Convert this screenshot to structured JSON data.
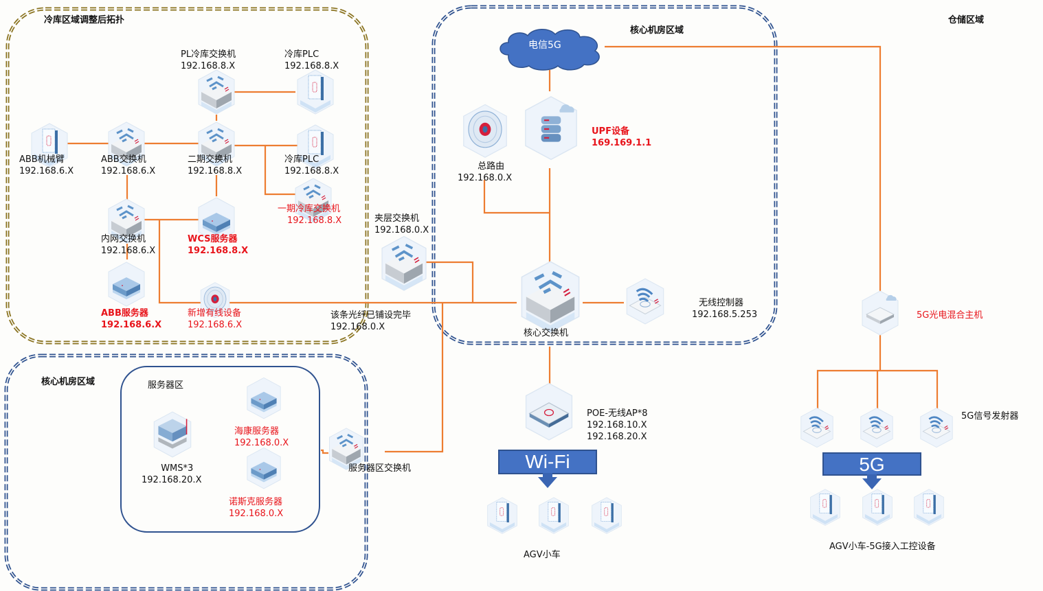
{
  "zones": {
    "cold_storage": "冷库区域调整后拓扑",
    "core_room_top": "核心机房区域",
    "warehouse": "仓储区域",
    "core_room_bottom": "核心机房区域",
    "server_area": "服务器区"
  },
  "nodes": {
    "pl_switch": {
      "name": "PL冷库交换机",
      "ip": "192.168.8.X"
    },
    "plc_top": {
      "name": "冷库PLC",
      "ip": "192.168.8.X"
    },
    "abb_arm": {
      "name": "ABB机械臂",
      "ip": "192.168.6.X"
    },
    "abb_switch": {
      "name": "ABB交换机",
      "ip": "192.168.6.X"
    },
    "phase2_switch": {
      "name": "二期交换机",
      "ip": "192.168.8.X"
    },
    "plc_mid": {
      "name": "冷库PLC",
      "ip": "192.168.8.X"
    },
    "phase1_switch": {
      "name": "一期冷库交换机",
      "ip": "192.168.8.X"
    },
    "intranet_switch": {
      "name": "内网交换机",
      "ip": "192.168.6.X"
    },
    "wcs_server": {
      "name": "WCS服务器",
      "ip": "192.168.8.X"
    },
    "abb_server": {
      "name": "ABB服务器",
      "ip": "192.168.6.X"
    },
    "new_wired": {
      "name": "新增有线设备",
      "ip": "192.168.6.X"
    },
    "fiber_note": {
      "name": "该条光纤已铺设完毕",
      "ip": "192.168.0.X"
    },
    "mezz_switch": {
      "name": "夹层交换机",
      "ip": "192.168.0.X"
    },
    "telecom_5g": {
      "name": "电信5G"
    },
    "main_router": {
      "name": "总路由",
      "ip": "192.168.0.X"
    },
    "upf": {
      "name": "UPF设备",
      "ip": "169.169.1.1"
    },
    "core_switch": {
      "name": "核心交换机"
    },
    "wireless_controller": {
      "name": "无线控制器",
      "ip": "192.168.5.253"
    },
    "poe_ap": {
      "name": "POE-无线AP*8",
      "ip1": "192.168.10.X",
      "ip2": "192.168.20.X"
    },
    "wifi_banner": {
      "name": "Wi-Fi"
    },
    "agv": {
      "name": "AGV小车"
    },
    "hybrid_host": {
      "name": "5G光电混合主机"
    },
    "signal_tx": {
      "name": "5G信号发射器"
    },
    "banner_5g": {
      "name": "5G"
    },
    "agv_5g": {
      "name": "AGV小车-5G接入工控设备"
    },
    "wms": {
      "name": "WMS*3",
      "ip": "192.168.20.X"
    },
    "hikvision": {
      "name": "海康服务器",
      "ip": "192.168.0.X"
    },
    "nosk": {
      "name": "诺斯克服务器",
      "ip": "192.168.0.X"
    },
    "server_switch": {
      "name": "服务器区交换机"
    }
  },
  "colors": {
    "link": "#ed7d31",
    "zone_gold": "#8a7320",
    "zone_blue": "#2f528f",
    "highlight_red": "#e8141b",
    "banner_blue": "#4472c4"
  }
}
